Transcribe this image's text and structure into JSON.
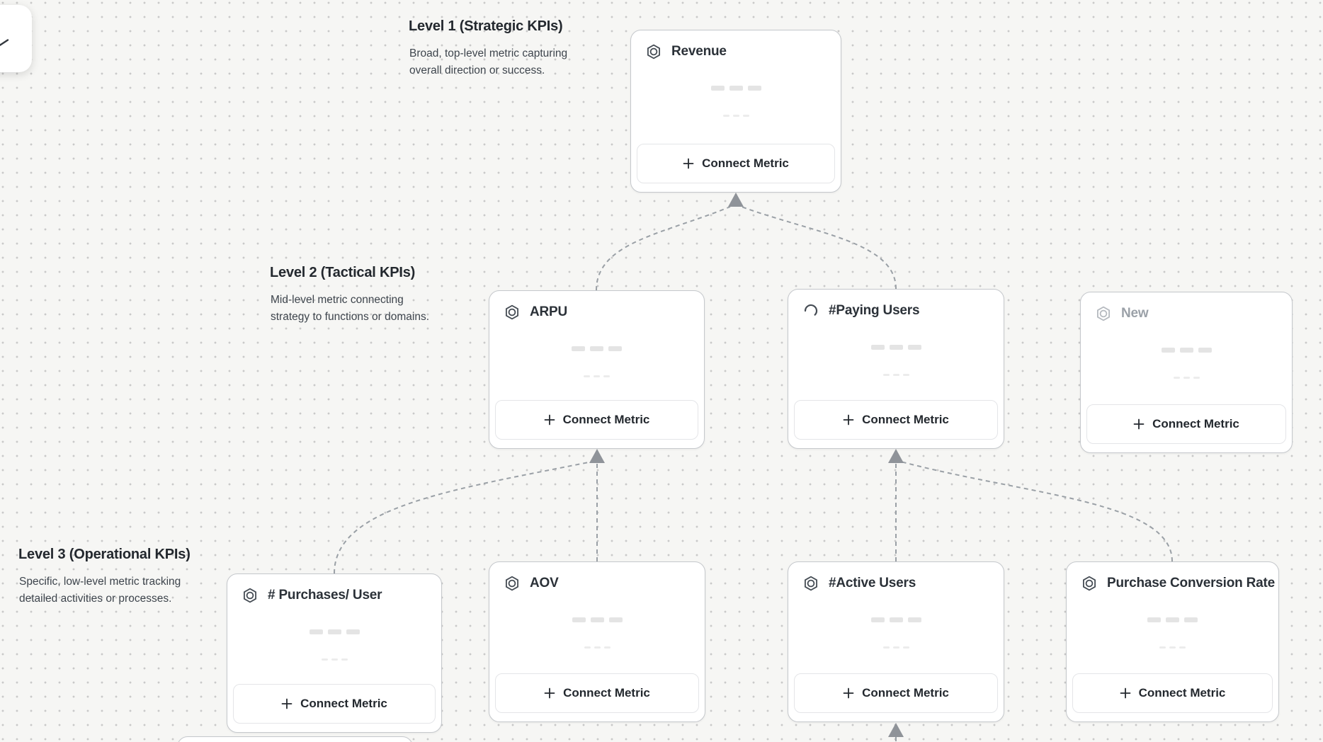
{
  "canvas": {
    "background_color": "#f6f6f4",
    "dot_color": "#c9c9c9",
    "connector_color": "#9aa0a6"
  },
  "levels": [
    {
      "title": "Level 1 (Strategic KPIs)",
      "description": [
        "Broad, top-level metric capturing",
        "overall direction or success."
      ]
    },
    {
      "title": "Level 2 (Tactical KPIs)",
      "description": [
        "Mid-level metric connecting",
        "strategy to functions or domains."
      ]
    },
    {
      "title": "Level 3 (Operational KPIs)",
      "description": [
        "Specific, low-level metric tracking",
        "detailed activities or processes."
      ]
    }
  ],
  "cards": [
    {
      "title": "Revenue",
      "icon": "hexagon-metric-icon",
      "button_label": "Connect Metric",
      "level": 1
    },
    {
      "title": "ARPU",
      "icon": "hexagon-metric-icon",
      "button_label": "Connect Metric",
      "level": 2
    },
    {
      "title": "#Paying Users",
      "icon": "spinner-icon",
      "button_label": "Connect Metric",
      "level": 2
    },
    {
      "title": "New",
      "icon": "hexagon-metric-icon",
      "button_label": "Connect Metric",
      "level": 2,
      "state": "draft"
    },
    {
      "title": "# Purchases/ User",
      "icon": "hexagon-metric-icon",
      "button_label": "Connect Metric",
      "level": 3
    },
    {
      "title": "AOV",
      "icon": "hexagon-metric-icon",
      "button_label": "Connect Metric",
      "level": 3
    },
    {
      "title": "#Active Users",
      "icon": "hexagon-metric-icon",
      "button_label": "Connect Metric",
      "level": 3
    },
    {
      "title": "Purchase Conversion Rate",
      "icon": "hexagon-metric-icon",
      "button_label": "Connect Metric",
      "level": 3
    }
  ]
}
